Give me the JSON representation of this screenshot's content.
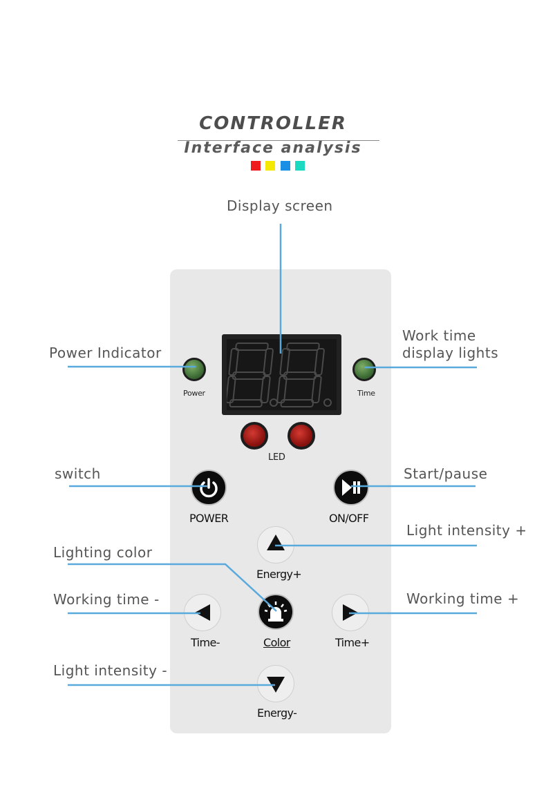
{
  "header": {
    "title": "CONTROLLER",
    "subtitle": "Interface analysis",
    "swatch_colors": [
      "#ee1c1c",
      "#f5e800",
      "#1a8fe6",
      "#19d9c0"
    ]
  },
  "callouts": {
    "display_screen": "Display screen",
    "power_indicator": "Power Indicator",
    "work_time_lights_line1": "Work time",
    "work_time_lights_line2": "display lights",
    "switch": "switch",
    "start_pause": "Start/pause",
    "light_intensity_plus": "Light intensity +",
    "lighting_color": "Lighting color",
    "working_time_minus": "Working time -",
    "working_time_plus": "Working time +",
    "light_intensity_minus": "Light intensity -"
  },
  "panel": {
    "display_value": "8.8.",
    "power_led_label": "Power",
    "time_led_label": "Time",
    "led_label": "LED",
    "power_button_label": "POWER",
    "onoff_button_label": "ON/OFF",
    "energy_plus_label": "Energy+",
    "time_minus_label": "Time-",
    "color_label": "Color",
    "time_plus_label": "Time+",
    "energy_minus_label": "Energy-",
    "icons": {
      "power": "power-icon",
      "play_pause": "play-pause-icon",
      "up": "triangle-up-icon",
      "left": "triangle-left-icon",
      "right": "triangle-right-icon",
      "down": "triangle-down-icon",
      "color": "beacon-light-icon"
    }
  },
  "colors": {
    "leader_line": "#5aa9dc",
    "panel": "#e8e8e8",
    "led_green": "#44743a",
    "led_red": "#8f1410"
  }
}
